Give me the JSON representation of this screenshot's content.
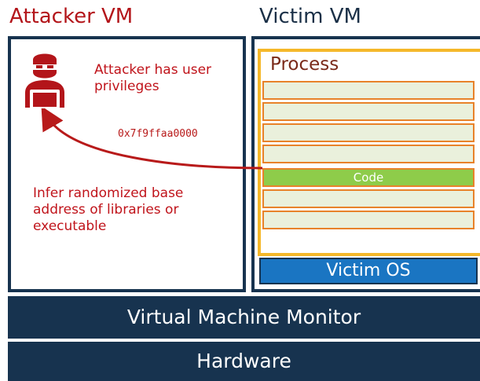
{
  "attacker_vm": {
    "title": "Attacker VM",
    "privilege_note": "Attacker has user privileges",
    "leaked_address": "0x7f9ffaa0000",
    "goal_text": "Infer randomized base address of libraries or executable"
  },
  "victim_vm": {
    "title": "Victim VM",
    "process_label": "Process",
    "code_label": "Code",
    "os_label": "Victim OS"
  },
  "layers": {
    "vmm": "Virtual Machine Monitor",
    "hardware": "Hardware"
  },
  "colors": {
    "attacker_red": "#b3151a",
    "navy": "#17334f",
    "process_border": "#f5b82a",
    "row_border": "#e8822a",
    "code_green": "#8ecc4a",
    "os_blue": "#1a75c2"
  }
}
